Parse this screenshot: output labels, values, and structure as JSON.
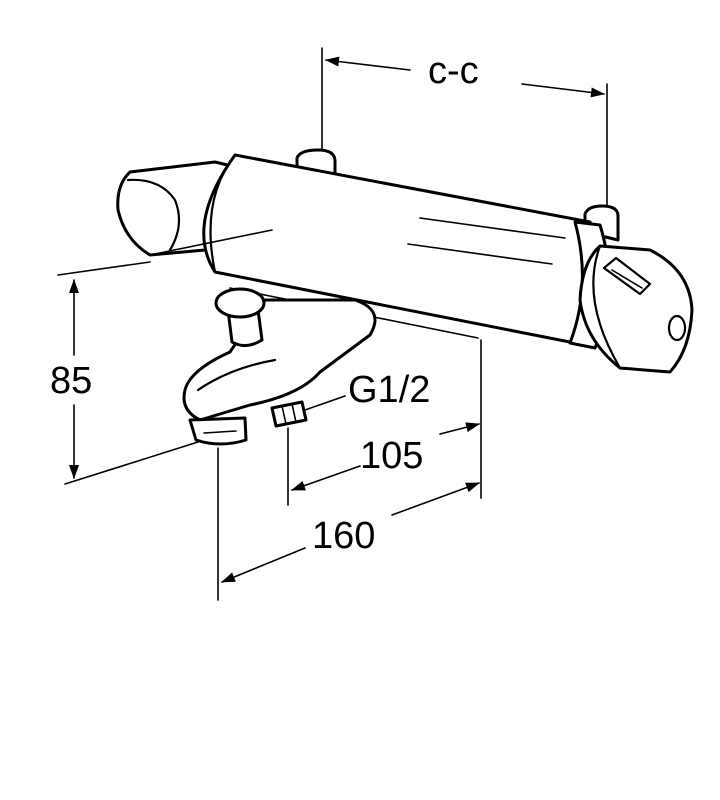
{
  "dimensions": {
    "cc": "c-c",
    "height": "85",
    "outlet": "105",
    "depth": "160",
    "thread": "G1/2"
  }
}
